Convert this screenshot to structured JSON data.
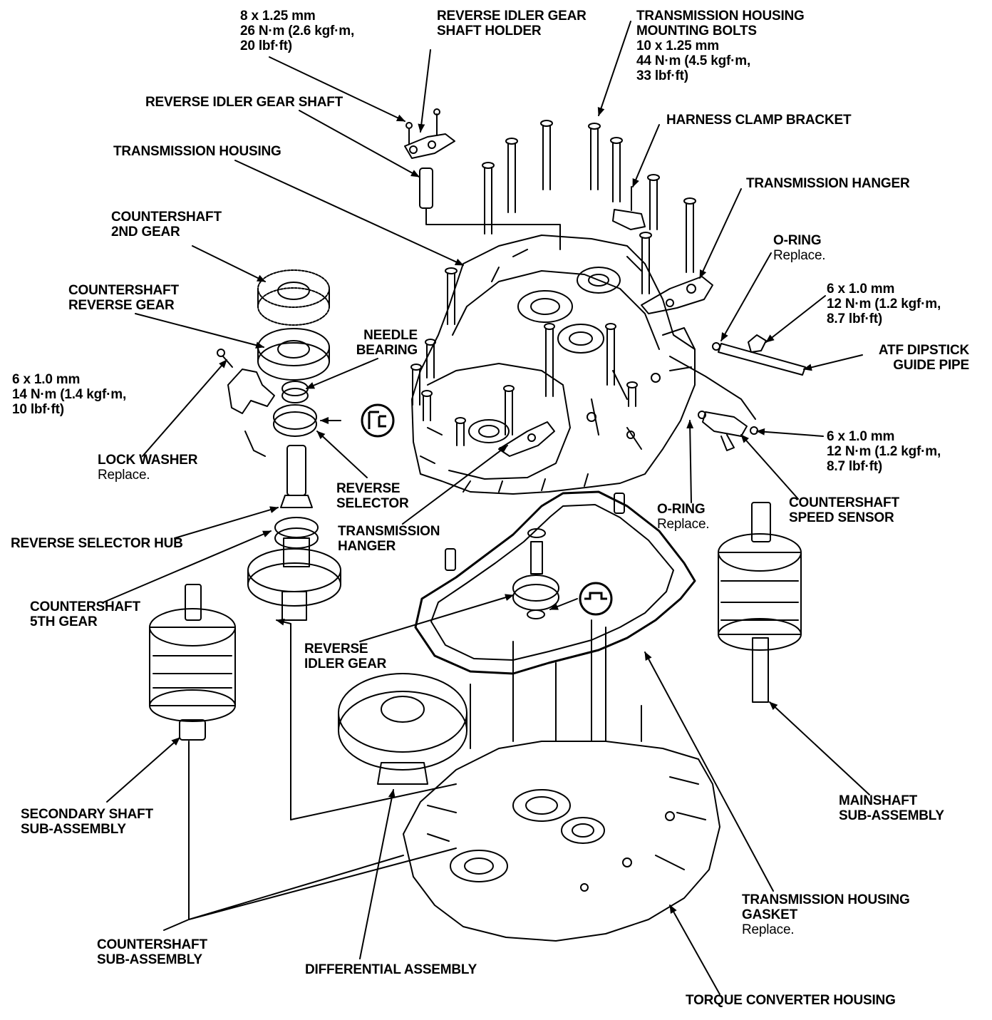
{
  "labels": {
    "bolt_8x125": {
      "lines": [
        "8 x 1.25 mm",
        "26 N·m (2.6 kgf·m,",
        "20 lbf·ft)"
      ]
    },
    "rev_idler_shaft_holder": {
      "lines": [
        "REVERSE IDLER GEAR",
        "SHAFT HOLDER"
      ]
    },
    "trans_housing_bolts": {
      "lines": [
        "TRANSMISSION HOUSING",
        "MOUNTING BOLTS",
        "10 x 1.25 mm",
        "44 N·m (4.5 kgf·m,",
        "33 lbf·ft)"
      ]
    },
    "rev_idler_shaft": {
      "lines": [
        "REVERSE IDLER GEAR SHAFT"
      ]
    },
    "harness_clamp": {
      "lines": [
        "HARNESS CLAMP BRACKET"
      ]
    },
    "trans_housing": {
      "lines": [
        "TRANSMISSION HOUSING"
      ]
    },
    "trans_hanger_top": {
      "lines": [
        "TRANSMISSION HANGER"
      ]
    },
    "cs_2nd_gear": {
      "lines": [
        "COUNTERSHAFT",
        "2ND GEAR"
      ]
    },
    "oring_top": {
      "lines": [
        "O-RING"
      ],
      "note": "Replace."
    },
    "bolt_6x10_a": {
      "lines": [
        "6 x 1.0 mm",
        "12 N·m (1.2 kgf·m,",
        "8.7 lbf·ft)"
      ]
    },
    "cs_reverse_gear": {
      "lines": [
        "COUNTERSHAFT",
        "REVERSE GEAR"
      ]
    },
    "needle_bearing": {
      "lines": [
        "NEEDLE",
        "BEARING"
      ]
    },
    "atf_dipstick": {
      "lines": [
        "ATF DIPSTICK",
        "GUIDE PIPE"
      ]
    },
    "bolt_6x10_14": {
      "lines": [
        "6 x 1.0 mm",
        "14 N·m (1.4 kgf·m,",
        "10 lbf·ft)"
      ]
    },
    "bolt_6x10_b": {
      "lines": [
        "6 x 1.0 mm",
        "12 N·m (1.2 kgf·m,",
        "8.7 lbf·ft)"
      ]
    },
    "lock_washer": {
      "lines": [
        "LOCK WASHER"
      ],
      "note": "Replace."
    },
    "reverse_selector": {
      "lines": [
        "REVERSE",
        "SELECTOR"
      ]
    },
    "cs_speed_sensor": {
      "lines": [
        "COUNTERSHAFT",
        "SPEED SENSOR"
      ]
    },
    "oring_bottom": {
      "lines": [
        "O-RING"
      ],
      "note": "Replace."
    },
    "trans_hanger_mid": {
      "lines": [
        "TRANSMISSION",
        "HANGER"
      ]
    },
    "rev_selector_hub": {
      "lines": [
        "REVERSE SELECTOR HUB"
      ]
    },
    "cs_5th_gear": {
      "lines": [
        "COUNTERSHAFT",
        "5TH GEAR"
      ]
    },
    "rev_idler_gear": {
      "lines": [
        "REVERSE",
        "IDLER GEAR"
      ]
    },
    "secondary_shaft": {
      "lines": [
        "SECONDARY SHAFT",
        "SUB-ASSEMBLY"
      ]
    },
    "mainshaft": {
      "lines": [
        "MAINSHAFT",
        "SUB-ASSEMBLY"
      ]
    },
    "trans_gasket": {
      "lines": [
        "TRANSMISSION HOUSING",
        "GASKET"
      ],
      "note": "Replace."
    },
    "cs_subassembly": {
      "lines": [
        "COUNTERSHAFT",
        "SUB-ASSEMBLY"
      ]
    },
    "differential": {
      "lines": [
        "DIFFERENTIAL ASSEMBLY"
      ]
    },
    "torque_converter": {
      "lines": [
        "TORQUE CONVERTER HOUSING"
      ]
    }
  },
  "icons": [
    "grease-symbol-icon",
    "atf-symbol-icon"
  ],
  "colors": {
    "ink": "#000000",
    "paper": "#ffffff"
  }
}
